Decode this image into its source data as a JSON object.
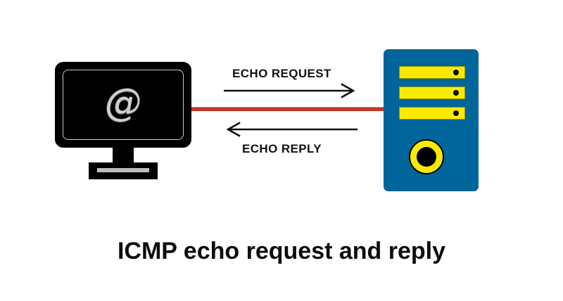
{
  "diagram": {
    "caption": "ICMP echo request and reply",
    "background_color": "#ffffff",
    "client": {
      "device_type": "desktop-monitor",
      "screen_glyph": "@",
      "frame_color": "#000000",
      "bezel_color": "#c9c9c9",
      "glyph_color": "#cfcfcf",
      "base_stripe_color": "#bdbdbd"
    },
    "server": {
      "device_type": "server-tower",
      "body_color": "#00659B",
      "bay_color": "#FAEA00",
      "led_color": "#000000",
      "power_button_ring_color": "#FAEA00",
      "power_button_center_color": "#000000",
      "bays": [
        {
          "id": "bay-1",
          "led": "on"
        },
        {
          "id": "bay-2",
          "led": "on"
        },
        {
          "id": "bay-3",
          "led": "on"
        }
      ]
    },
    "link": {
      "type": "network-cable",
      "color": "#c0392b",
      "highlight_color": "#d9776c"
    },
    "messages": [
      {
        "id": "echo-request",
        "label": "ECHO REQUEST",
        "direction": "client-to-server",
        "arrow_color": "#111111",
        "label_position": "above-arrow"
      },
      {
        "id": "echo-reply",
        "label": "ECHO REPLY",
        "direction": "server-to-client",
        "arrow_color": "#111111",
        "label_position": "below-arrow"
      }
    ]
  }
}
